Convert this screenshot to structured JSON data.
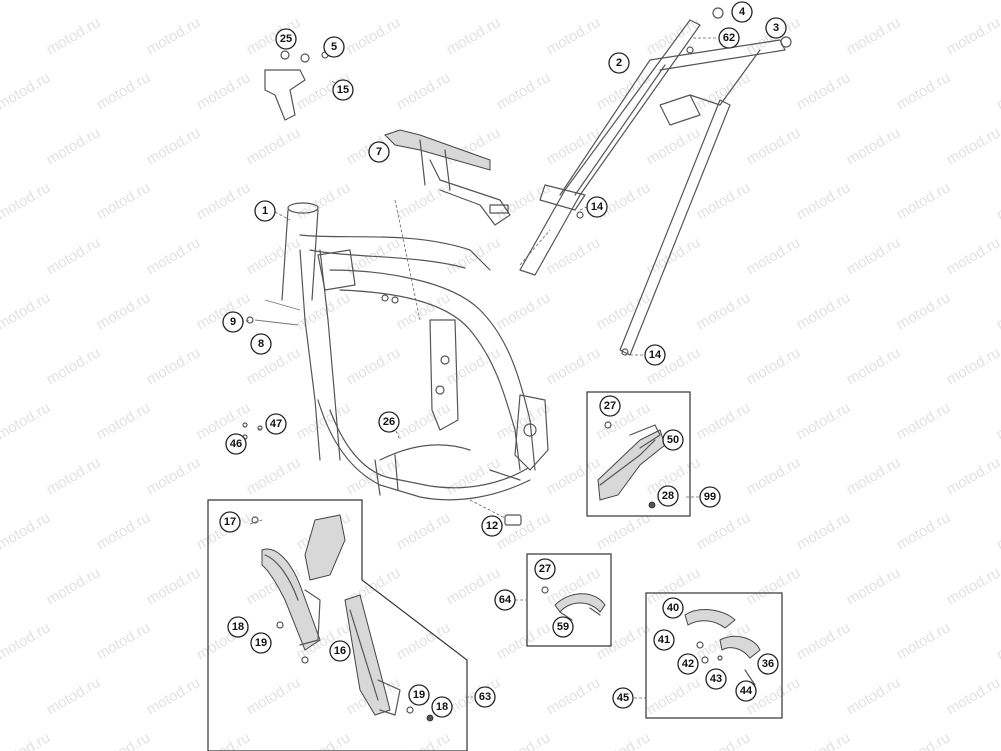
{
  "watermark": {
    "text": "motod.ru"
  },
  "callouts": [
    {
      "id": "c1",
      "label": "1"
    },
    {
      "id": "c2",
      "label": "2"
    },
    {
      "id": "c3",
      "label": "3"
    },
    {
      "id": "c4",
      "label": "4"
    },
    {
      "id": "c5",
      "label": "5"
    },
    {
      "id": "c7",
      "label": "7"
    },
    {
      "id": "c8",
      "label": "8"
    },
    {
      "id": "c9",
      "label": "9"
    },
    {
      "id": "c12",
      "label": "12"
    },
    {
      "id": "c14a",
      "label": "14"
    },
    {
      "id": "c14b",
      "label": "14"
    },
    {
      "id": "c15",
      "label": "15"
    },
    {
      "id": "c16",
      "label": "16"
    },
    {
      "id": "c17",
      "label": "17"
    },
    {
      "id": "c18a",
      "label": "18"
    },
    {
      "id": "c18b",
      "label": "18"
    },
    {
      "id": "c19a",
      "label": "19"
    },
    {
      "id": "c19b",
      "label": "19"
    },
    {
      "id": "c25",
      "label": "25"
    },
    {
      "id": "c26",
      "label": "26"
    },
    {
      "id": "c27a",
      "label": "27"
    },
    {
      "id": "c27b",
      "label": "27"
    },
    {
      "id": "c28",
      "label": "28"
    },
    {
      "id": "c36",
      "label": "36"
    },
    {
      "id": "c40",
      "label": "40"
    },
    {
      "id": "c41",
      "label": "41"
    },
    {
      "id": "c42",
      "label": "42"
    },
    {
      "id": "c43",
      "label": "43"
    },
    {
      "id": "c44",
      "label": "44"
    },
    {
      "id": "c45",
      "label": "45"
    },
    {
      "id": "c46",
      "label": "46"
    },
    {
      "id": "c47",
      "label": "47"
    },
    {
      "id": "c50",
      "label": "50"
    },
    {
      "id": "c59",
      "label": "59"
    },
    {
      "id": "c62",
      "label": "62"
    },
    {
      "id": "c63",
      "label": "63"
    },
    {
      "id": "c64",
      "label": "64"
    },
    {
      "id": "c99",
      "label": "99"
    }
  ]
}
